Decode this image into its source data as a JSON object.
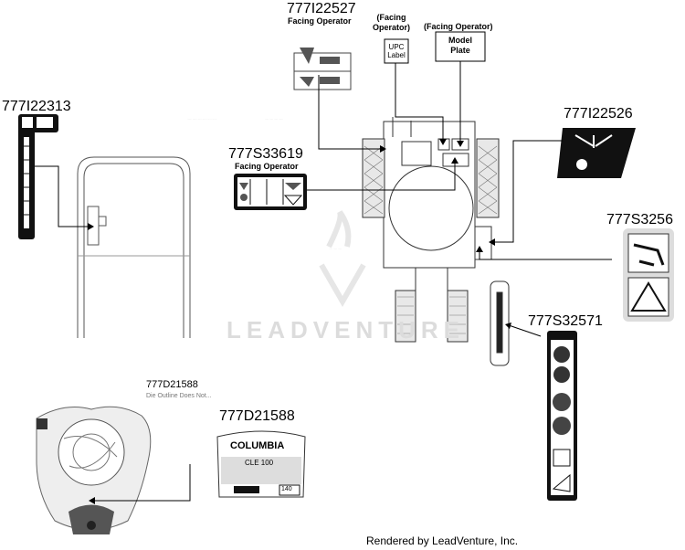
{
  "callouts": {
    "decal_handle_left": "777I22313",
    "decal_warning_top": "777I22527",
    "decal_warning_top_sub": "Facing Operator",
    "upc_facing": "(Facing\nOperator)",
    "upc_box": "UPC\nLabel",
    "model_facing": "(Facing Operator)",
    "model_box": "Model\nPlate",
    "decal_slope": "777I22526",
    "decal_safety": "777S33619",
    "decal_safety_sub": "Facing Operator",
    "decal_hand": "777S3256",
    "decal_vertical": "777S32571",
    "decal_engine": "777D21588"
  },
  "engine_decal": {
    "brand": "COLUMBIA",
    "model": "CLE 100",
    "size": "140"
  },
  "doc_snippet": {
    "part_no": "777D21588",
    "note": "Die Outline Does Not..."
  },
  "watermark": "LEADVENTURE",
  "footer": "Rendered by LeadVenture, Inc.",
  "colors": {
    "line": "#000000",
    "decal_dark": "#111111",
    "faint": "#bbbbbb"
  }
}
